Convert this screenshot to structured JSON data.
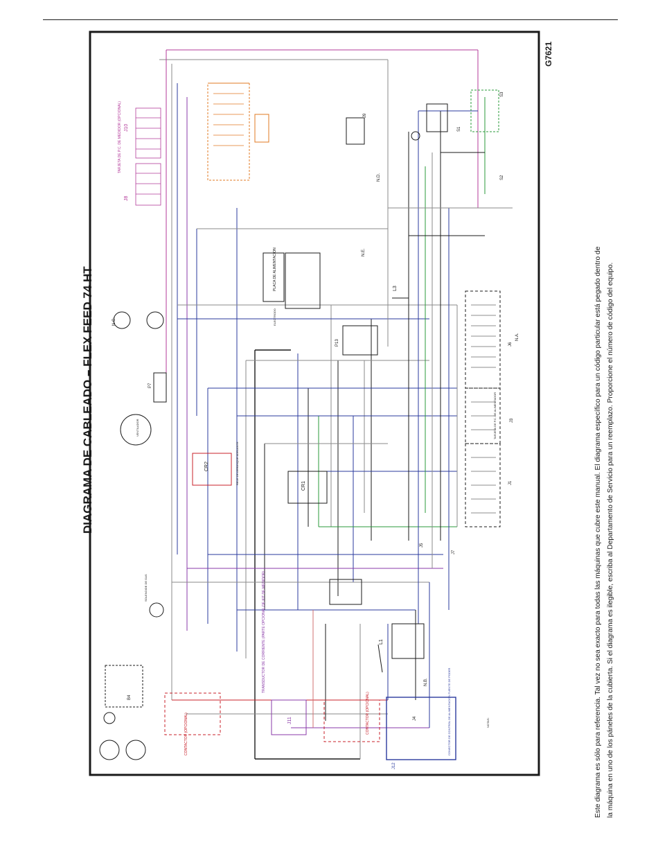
{
  "title": "DIAGRAMA DE CABLEADO – FLEX FEED 74 HT",
  "drawing_number": "G7621",
  "footer_note": {
    "lines": [
      "Este diagrama es sólo para referencia. Tal vez no sea exacto para todas las máquinas que cubre este manual. El diagrama específico para un código particular está pegado dentro de",
      "la máquina en uno de los páneles de la cubierta. Si el diagrama es ilegible, escriba al Departamento de Servicio para un reemplazo.  Proporcione el número de código del equipo."
    ]
  },
  "labels": {
    "j10": "J10",
    "j8": "J8",
    "j7": "J7",
    "j6": "J6",
    "j1": "J1",
    "j3": "J3",
    "j4": "J4",
    "j5": "J5",
    "j11": "J11",
    "j12": "J12",
    "p13": "P13",
    "p7": "P7",
    "cr1": "CR1",
    "cr2": "CR2",
    "l1": "L1",
    "l3": "L3",
    "s1": "S1",
    "s2": "S2",
    "s3": "S3",
    "j9": "J9",
    "b4": "B4",
    "contactor_opcional_left": "CONTACTOR\n(OPCIONAL)",
    "contactor_opcional_right": "CONTACTOR\n(OPCIONAL)",
    "transductor": "TRANSDUCTOR DE CORRIENTE\n(PARTE OPCIONAL DE KIT DE MEDIDOR)",
    "tarjeta_medidor": "TARJETA DE P.C. DE MEDIDOR\n(OPCIONAL)",
    "placa_alimentacion": "PLACA DE\nALIMENTACION",
    "relevador": "RELE DE ARRANQUE\nADELANTE",
    "ventilador": "VENTILADOR",
    "solenoide": "SOLENOIDE\nDE GAS",
    "electrodo": "ELECTRODO",
    "conector_control": "CONECTOR DE CONTROL\nDE ALIMENTACION\nFUENTE DE PODER",
    "notas": "NOTAS:",
    "n_a": "N.A.",
    "n_b": "N.B.",
    "n_c": "N.C.",
    "n_d": "N.D.",
    "n_e": "N.E.",
    "tarjeta_pc_alimentador": "TARJETA DE P.C. DE ALIMENTADOR"
  },
  "colors": {
    "black": "#1a1a1a",
    "blue": "#2a3a9e",
    "red": "#c8202a",
    "green": "#2a9a3a",
    "violet": "#8a3aa8",
    "magenta": "#b33a9a",
    "orange": "#e07820",
    "gray": "#8a8a8a",
    "lightblue": "#6a80c8",
    "pink": "#d07070"
  }
}
